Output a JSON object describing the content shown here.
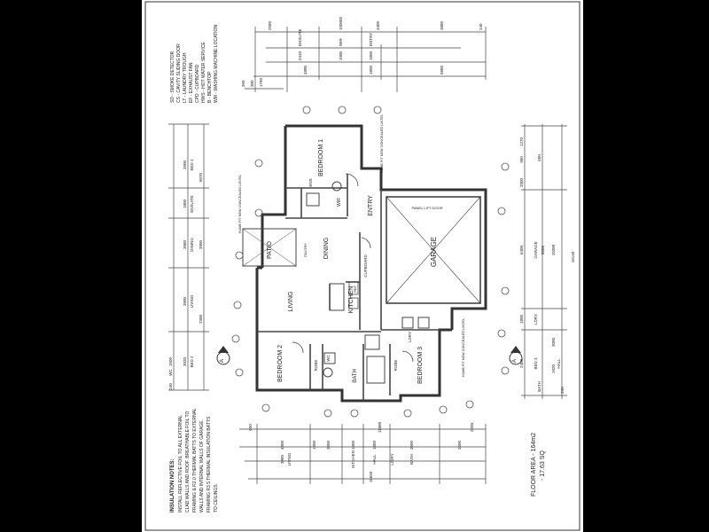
{
  "legend": {
    "lines": [
      "SD - SMOKE DETECTOR",
      "CS - CAVITY SLIDING DOOR",
      "LT - LAUNDRY TROUGH",
      "EF - EXHAUST FAN",
      "CPD - CUPBOARD",
      "HWS - HOT WATER SERVICE",
      "B - BENCHTOP",
      "WM - WASHING MACHINE LOCATION"
    ]
  },
  "rooms": {
    "bedroom1": "BEDROOM 1",
    "bedroom2": "BEDROOM 2",
    "bedroom3": "BEDROOM 3",
    "entry": "ENTRY",
    "garage": "GARAGE",
    "patio": "PATIO",
    "dining": "DINING",
    "living": "LIVING",
    "kitchen": "KITCHEN",
    "bath": "BATH",
    "cupboard": "CUPBOARD",
    "robe": "ROBE",
    "wir": "WIR",
    "ensuite": "ENS",
    "ldry": "LDRY",
    "wc": "WC",
    "ref": "REF",
    "pantry": "PANTRY"
  },
  "notes": {
    "panel_lift_door": "PANEL LIFT DOOR",
    "lintel_1": "HUME FIT NEW CONCEALED LINTEL",
    "lintel_2": "HUME FIT NEW CONCEALED LINTEL",
    "lintel_3": "HUME FIT NEW CONCEALED LINTEL",
    "lintel_4": "HUME FIT NEW CONCEALED LINTEL"
  },
  "insulation": {
    "title": "INSULATION NOTES:",
    "lines": [
      "INSTALL REFLECTIVE FOIL TO ALL EXTERNAL",
      "CLAD WALLS AND ROOF. BREATHABLE FOIL TO",
      "FRAMING & R2.0 THERMAL BATTS TO EXTERNAL",
      "WALLS AND INTERNAL WALLS OF GARAGE.",
      "FRAMING R3.5 THERMAL INSULATION BATTS",
      "TO CEILINGS."
    ]
  },
  "floor_area": {
    "line1": "FLOOR AREA - 164m2",
    "line2": "- 17.63 SQ"
  },
  "dims": {
    "top": {
      "row1": [
        "240",
        "2580",
        "100000",
        "3400",
        "3880"
      ],
      "row2": [
        "240",
        "ENSUITE",
        "WIR",
        "ENTRY",
        "2410",
        "1000",
        "1800"
      ],
      "row3": [
        "240",
        "4880",
        "1800",
        "5880",
        "240"
      ],
      "row4": [
        "350",
        "1790",
        "300"
      ]
    },
    "left": {
      "row_a": [
        "240",
        "3900",
        "BED 1",
        "ENSUITE",
        "1800",
        "90",
        "90"
      ],
      "row_b": [
        "3080",
        "DINING",
        "3900"
      ],
      "row_c": [
        "3900",
        "LIVING",
        "7300"
      ],
      "row_d": [
        "BED 2",
        "3020",
        "WC",
        "1500",
        "90",
        "90",
        "240"
      ],
      "total": "6070"
    },
    "right": {
      "row_a": [
        "1270",
        "650",
        "950",
        "2000"
      ],
      "row_b": [
        "6400",
        "GARAGE",
        "8500",
        "10380"
      ],
      "row_c": [
        "1800",
        "LDRY",
        "90",
        "3000"
      ],
      "row_d": [
        "2400",
        "BED 3",
        "1920",
        "BATH",
        "HALL",
        "240"
      ],
      "total": "18140"
    },
    "bottom": {
      "row1": [
        "11880",
        "2200",
        "650"
      ],
      "row2": [
        "4300",
        "1000",
        "3000",
        "1000",
        "1800",
        "90",
        "3000",
        "90",
        "3400"
      ],
      "row3": [
        "3980",
        "LIVING",
        "KITCHEN",
        "HALL",
        "L/DRY",
        "BATH"
      ],
      "total": "15650"
    }
  },
  "markers": {
    "section_left": "A",
    "section_right": "A"
  }
}
